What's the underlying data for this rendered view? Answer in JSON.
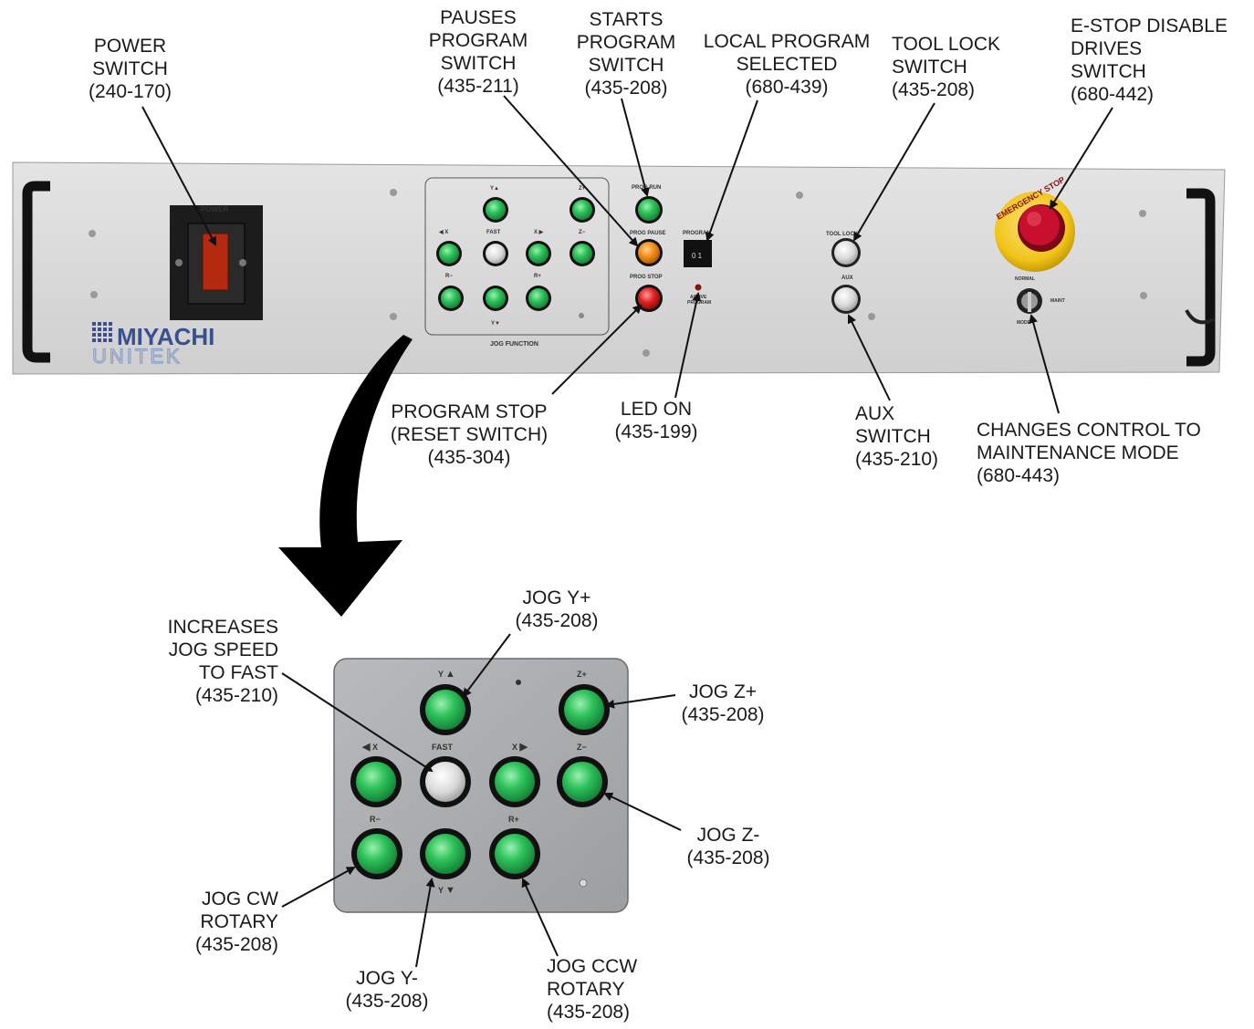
{
  "panel": {
    "brand_line1": "MIYACHI",
    "brand_line2": "UNITEK",
    "power_label": "POWER",
    "jog_function_label": "JOG FUNCTION",
    "prog_run": "PROG RUN",
    "prog_pause": "PROG PAUSE",
    "prog_stop": "PROG STOP",
    "program": "PROGRAM",
    "active_program": [
      "ACTIVE",
      "PROGRAM"
    ],
    "tool_lock": "TOOL LOCK",
    "aux": "AUX",
    "normal": "NORMAL",
    "maint": "MAINT",
    "mode": "MODE",
    "selector_digits": "0 1",
    "estop_ring": "EMERGENCY STOP"
  },
  "jog_labels": {
    "y_plus": "Y",
    "z_plus": "Z+",
    "x_minus": "X",
    "fast": "FAST",
    "x_plus": "X",
    "z_minus": "Z−",
    "r_minus": "R−",
    "r_plus": "R+",
    "y_minus": "Y"
  },
  "callouts": {
    "power_switch": [
      "POWER",
      "SWITCH",
      "(240-170)"
    ],
    "pauses_program": [
      "PAUSES",
      "PROGRAM",
      "SWITCH",
      "(435-211)"
    ],
    "starts_program": [
      "STARTS",
      "PROGRAM",
      "SWITCH",
      "(435-208)"
    ],
    "local_program": [
      "LOCAL PROGRAM",
      "SELECTED",
      "(680-439)"
    ],
    "tool_lock": [
      "TOOL LOCK",
      "SWITCH",
      "(435-208)"
    ],
    "estop": [
      "E-STOP DISABLE",
      "DRIVES",
      "SWITCH",
      "(680-442)"
    ],
    "program_stop": [
      "PROGRAM STOP",
      "(RESET SWITCH)",
      "(435-304)"
    ],
    "led_on": [
      "LED ON",
      "(435-199)"
    ],
    "aux_switch": [
      "AUX",
      "SWITCH",
      "(435-210)"
    ],
    "maintenance": [
      "CHANGES CONTROL TO",
      "MAINTENANCE MODE",
      "(680-443)"
    ],
    "jog_y_plus": [
      "JOG Y+",
      "(435-208)"
    ],
    "increases_speed": [
      "INCREASES",
      "JOG SPEED",
      "TO FAST",
      "(435-210)"
    ],
    "jog_z_plus": [
      "JOG Z+",
      "(435-208)"
    ],
    "jog_z_minus": [
      "JOG Z-",
      "(435-208)"
    ],
    "jog_cw": [
      "JOG CW",
      "ROTARY",
      "(435-208)"
    ],
    "jog_y_minus": [
      "JOG Y-",
      "(435-208)"
    ],
    "jog_ccw": [
      "JOG CCW",
      "ROTARY",
      "(435-208)"
    ]
  },
  "colors": {
    "panel_face": "#dcdcdc",
    "jog_plate": "#a9abad",
    "button_green": "#2ec25a",
    "button_white": "#d8d8d8",
    "button_orange": "#f28c1a",
    "button_red": "#e01f1f",
    "estop_yellow": "#f0c419",
    "estop_red": "#c8102e",
    "brand_blue": "#3a4f8f"
  }
}
